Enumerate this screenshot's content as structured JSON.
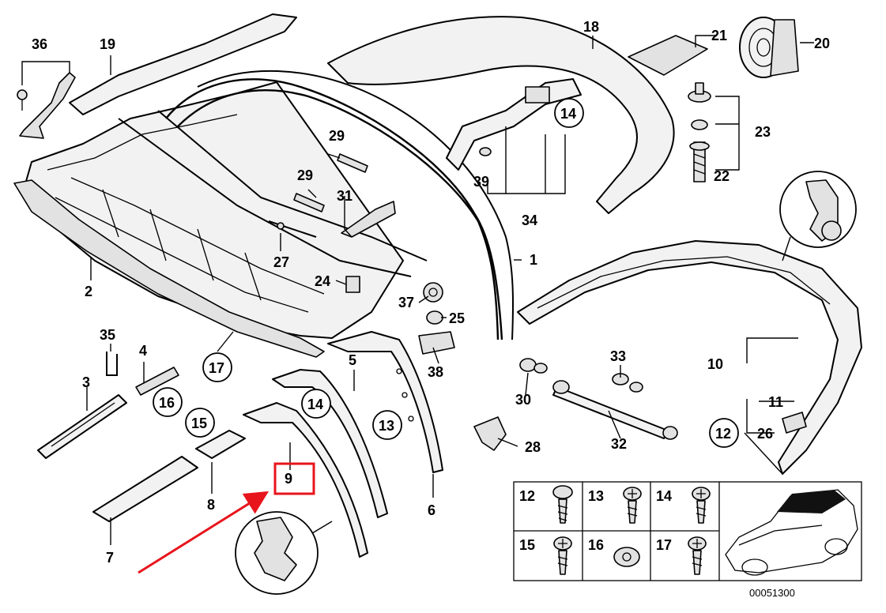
{
  "callouts": {
    "c1": "1",
    "c2": "2",
    "c3": "3",
    "c4": "4",
    "c5": "5",
    "c6": "6",
    "c7": "7",
    "c8": "8",
    "c9": "9",
    "c10": "10",
    "c11": "11",
    "c12": "12",
    "c13": "13",
    "c14a": "14",
    "c14b": "14",
    "c15": "15",
    "c16": "16",
    "c17": "17",
    "c18": "18",
    "c19": "19",
    "c20": "20",
    "c21": "21",
    "c22": "22",
    "c23": "23",
    "c24": "24",
    "c25": "25",
    "c26": "26",
    "c27": "27",
    "c28": "28",
    "c29a": "29",
    "c29b": "29",
    "c30": "30",
    "c31": "31",
    "c32": "32",
    "c33": "33",
    "c34": "34",
    "c35": "35",
    "c36": "36",
    "c37": "37",
    "c38": "38",
    "c39": "39"
  },
  "legend": {
    "c12": "12",
    "c13": "13",
    "c14": "14",
    "c15": "15",
    "c16": "16",
    "c17": "17"
  },
  "diagram_id": "00051300",
  "highlight": {
    "part": "9",
    "box_color": "#e8141c",
    "arrow_color": "#e8141c"
  }
}
